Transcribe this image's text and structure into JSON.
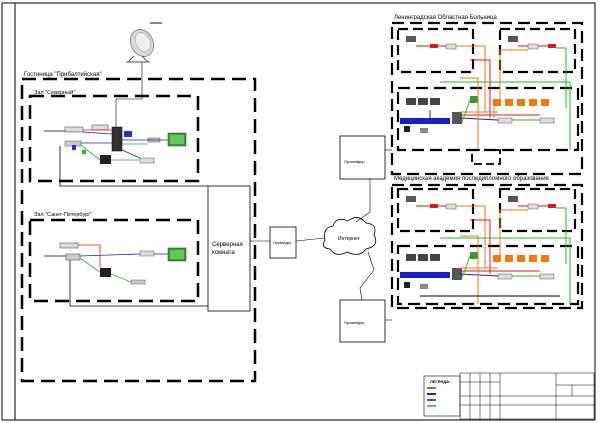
{
  "hotel": {
    "title": "Гостиница \"Прибалтийская\""
  },
  "halls": [
    {
      "id": "north",
      "label": "Зал \"Северный\""
    },
    {
      "id": "spb",
      "label": "Зал \"Санкт-Петербург\""
    }
  ],
  "server_room": {
    "label_line1": "Серверная",
    "label_line2": "комната"
  },
  "cloud": {
    "label": "Интернет"
  },
  "small_boxes": [
    {
      "id": "router-hotel",
      "label": "Провайдер"
    },
    {
      "id": "router-top",
      "label": "Провайдер"
    },
    {
      "id": "router-bottom",
      "label": "Провайдер"
    }
  ],
  "sites": [
    {
      "id": "hospital",
      "title": "Ленинградская Областная Больница"
    },
    {
      "id": "academy",
      "title": "Медицинская академия последипломного образования"
    }
  ],
  "legend": {
    "title": "ЛЕГЕНДА:"
  },
  "colors": {
    "red": "#e8141c",
    "green": "#1fbf1f",
    "blue": "#1c1cc8",
    "orange": "#f07a10",
    "dark": "#000000"
  }
}
